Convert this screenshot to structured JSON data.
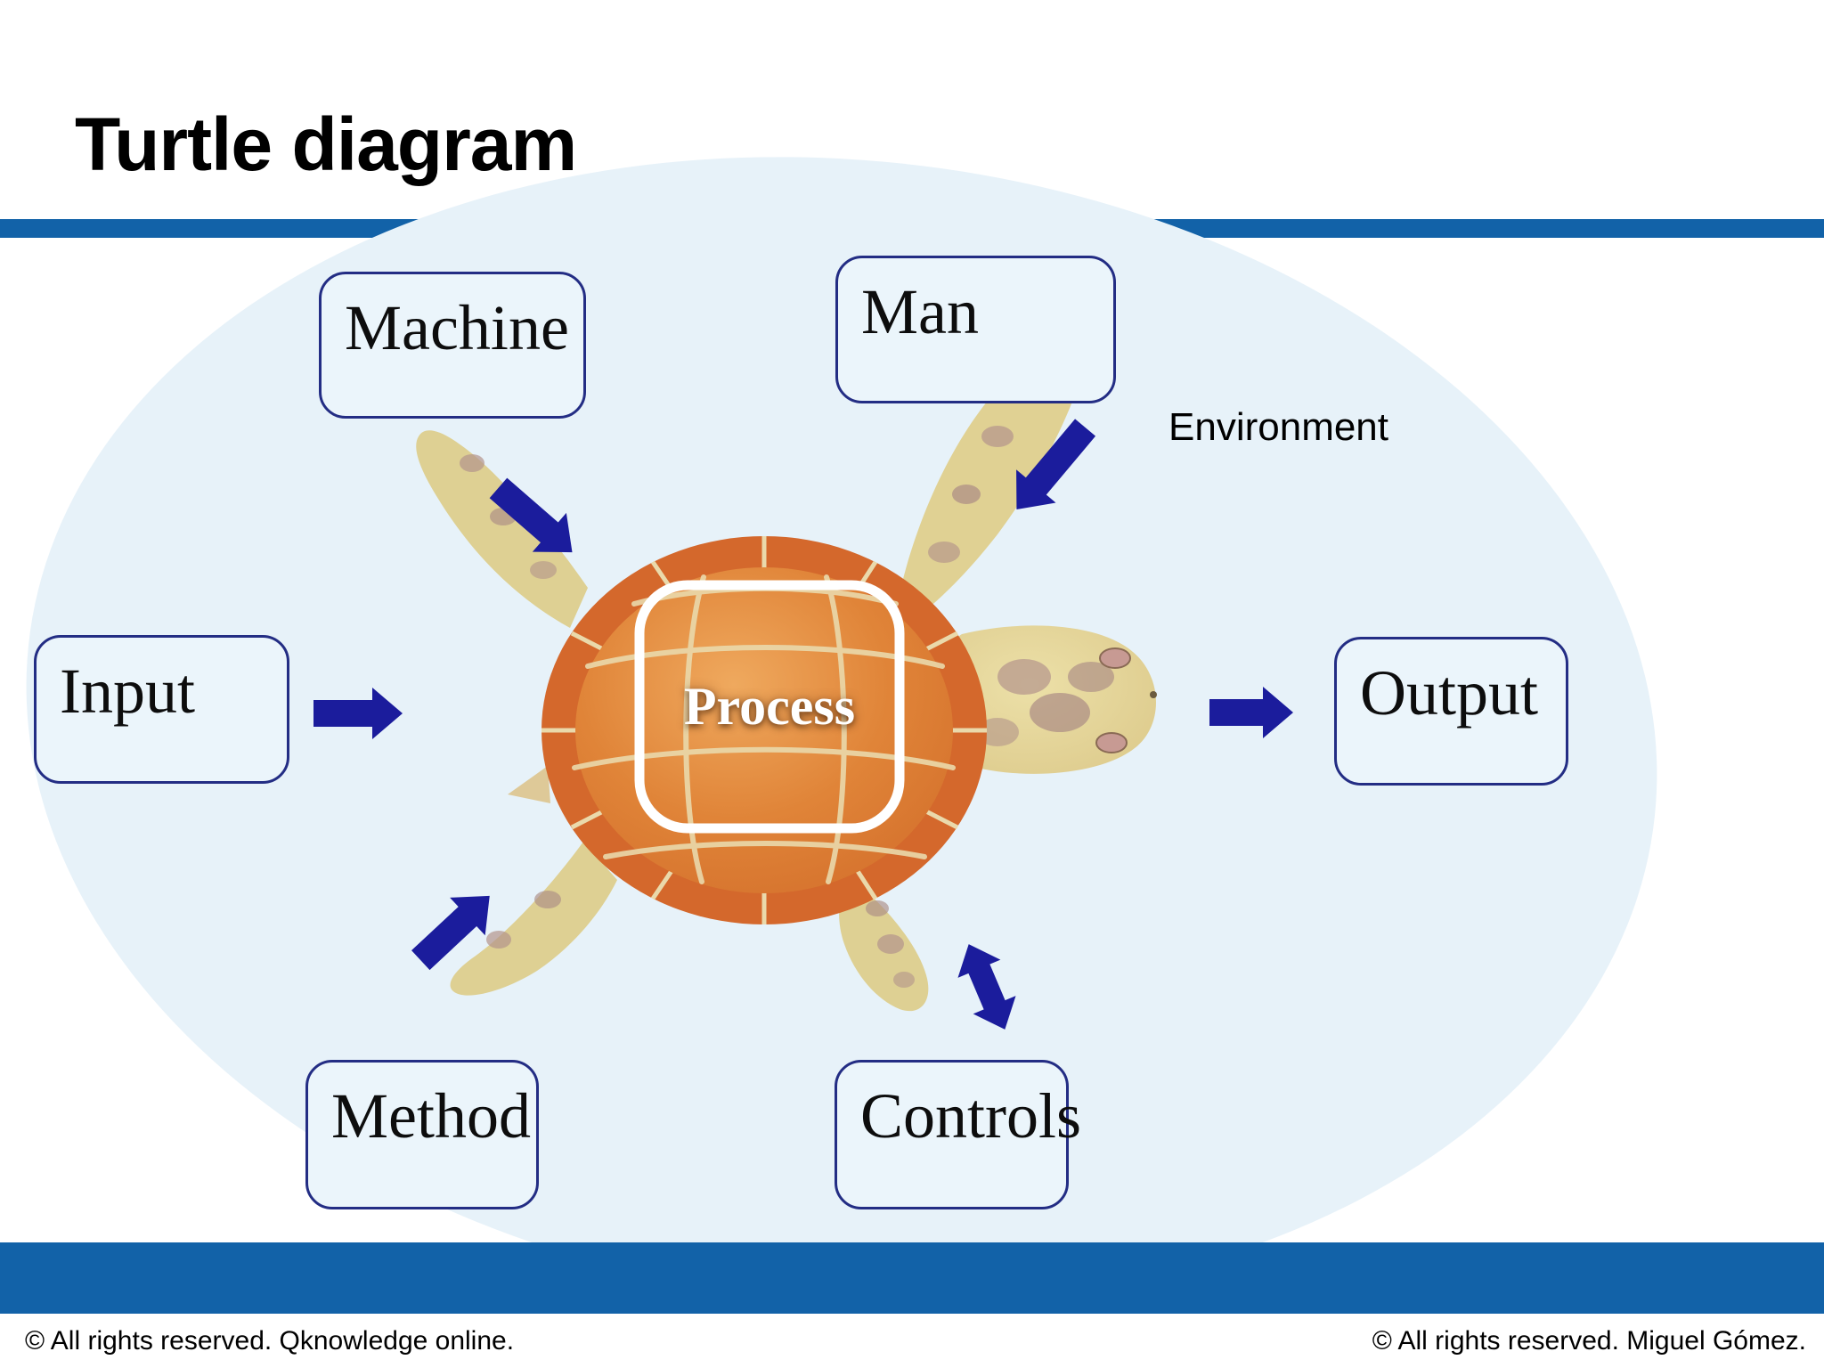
{
  "title": "Turtle diagram",
  "nodes": {
    "machine": {
      "label": "Machine"
    },
    "man": {
      "label": "Man"
    },
    "input": {
      "label": "Input"
    },
    "output": {
      "label": "Output"
    },
    "method": {
      "label": "Method"
    },
    "controls": {
      "label": "Controls"
    }
  },
  "center": {
    "label": "Process"
  },
  "environment": {
    "label": "Environment"
  },
  "footer": {
    "left": "© All rights reserved. Qknowledge online.",
    "right": "© All rights reserved. Miguel Gómez."
  },
  "colors": {
    "accent_bar_blue": "#1262a8",
    "arrow_navy": "#1b1c9c",
    "box_border_navy": "#232d84",
    "box_fill": "#ebf5fb",
    "ellipse_fill": "#e7f2f9",
    "shell_orange": "#e08438",
    "shell_rim_orange": "#d4682c",
    "flipper_tan": "#e0d193",
    "process_frame_white": "#ffffff",
    "text_black": "#000000"
  }
}
